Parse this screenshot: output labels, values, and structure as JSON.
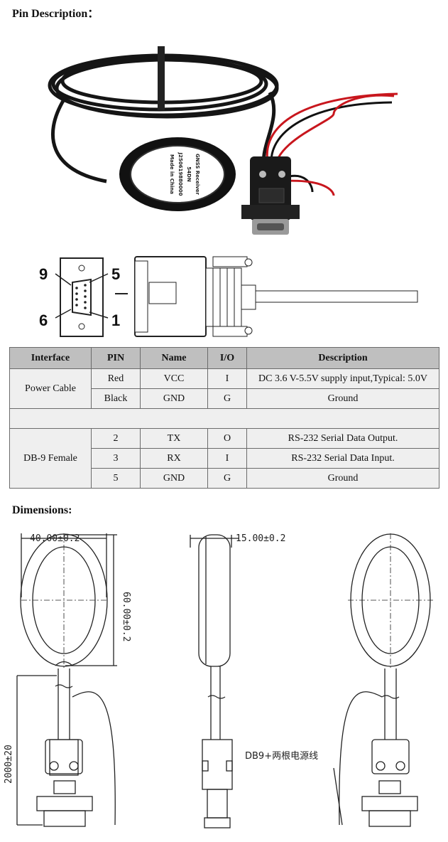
{
  "sections": {
    "pin_heading": "Pin Description：",
    "dim_heading": "Dimensions:"
  },
  "product_label": {
    "line1": "GNSS Receiver",
    "line2": "54DN",
    "line3": "J250619880000",
    "line4": "Made in China"
  },
  "connector_pins": {
    "p9": "9",
    "p5": "5",
    "p6": "6",
    "p1": "1"
  },
  "table": {
    "headers": [
      "Interface",
      "PIN",
      "Name",
      "I/O",
      "Description"
    ],
    "groups": [
      {
        "interface": "Power Cable",
        "rows": [
          {
            "pin": "Red",
            "name": "VCC",
            "io": "I",
            "description": "DC 3.6 V-5.5V supply input,Typical: 5.0V"
          },
          {
            "pin": "Black",
            "name": "GND",
            "io": "G",
            "description": "Ground"
          }
        ]
      },
      {
        "interface": "DB-9 Female",
        "rows": [
          {
            "pin": "2",
            "name": "TX",
            "io": "O",
            "description": "RS-232 Serial Data Output."
          },
          {
            "pin": "3",
            "name": "RX",
            "io": "I",
            "description": "RS-232 Serial Data Input."
          },
          {
            "pin": "5",
            "name": "GND",
            "io": "G",
            "description": "Ground"
          }
        ]
      }
    ]
  },
  "dimensions": {
    "width": "40.00±0.2",
    "height": "60.00±0.2",
    "thickness": "15.00±0.2",
    "cable_length": "2000±20",
    "cable_note": "DB9+两根电源线"
  },
  "colors": {
    "header_bg": "#bfbfbf",
    "cell_bg": "#efefef",
    "wire_red": "#c8161d",
    "wire_black": "#111111"
  }
}
